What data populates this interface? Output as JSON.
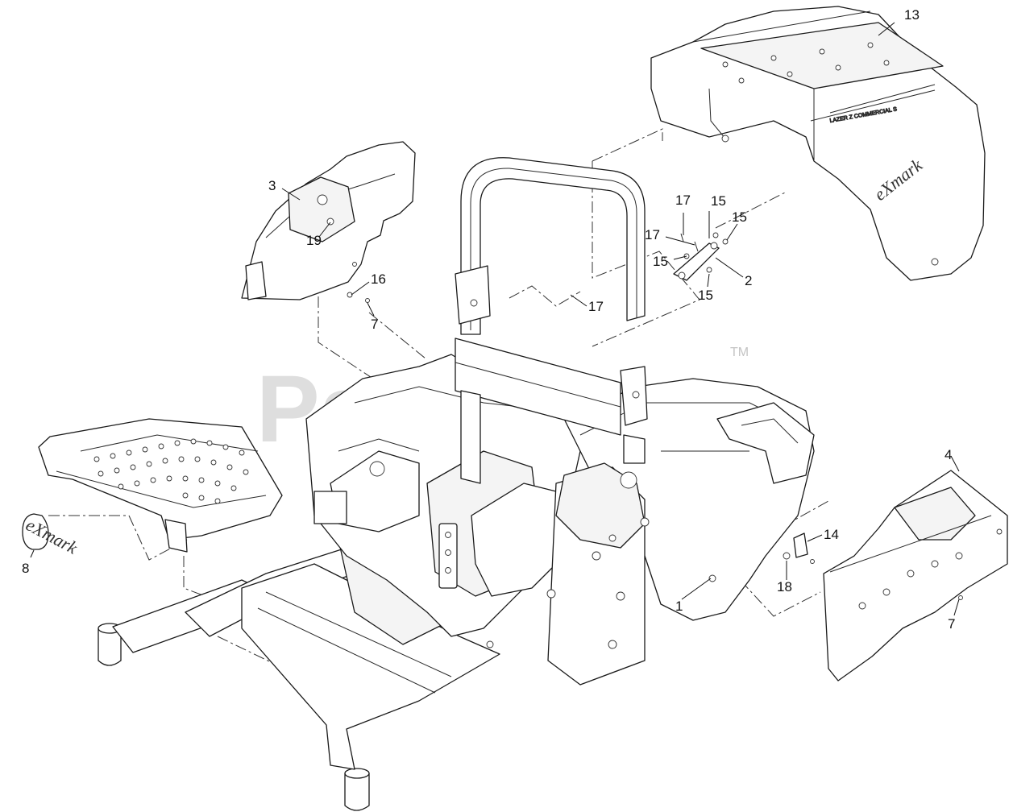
{
  "watermark": {
    "text": "PartsTree",
    "tm": "TM"
  },
  "parts": {
    "p1": "1",
    "p2": "2",
    "p3": "3",
    "p4": "4",
    "p7a": "7",
    "p7b": "7",
    "p8": "8",
    "p13": "13",
    "p14": "14",
    "p15a": "15",
    "p15b": "15",
    "p15c": "15",
    "p15d": "15",
    "p16": "16",
    "p17a": "17",
    "p17b": "17",
    "p17c": "17",
    "p18": "18",
    "p19": "19"
  },
  "branding": {
    "logo": "eXmark",
    "commercial": "LAZER Z COMMERCIAL S"
  }
}
